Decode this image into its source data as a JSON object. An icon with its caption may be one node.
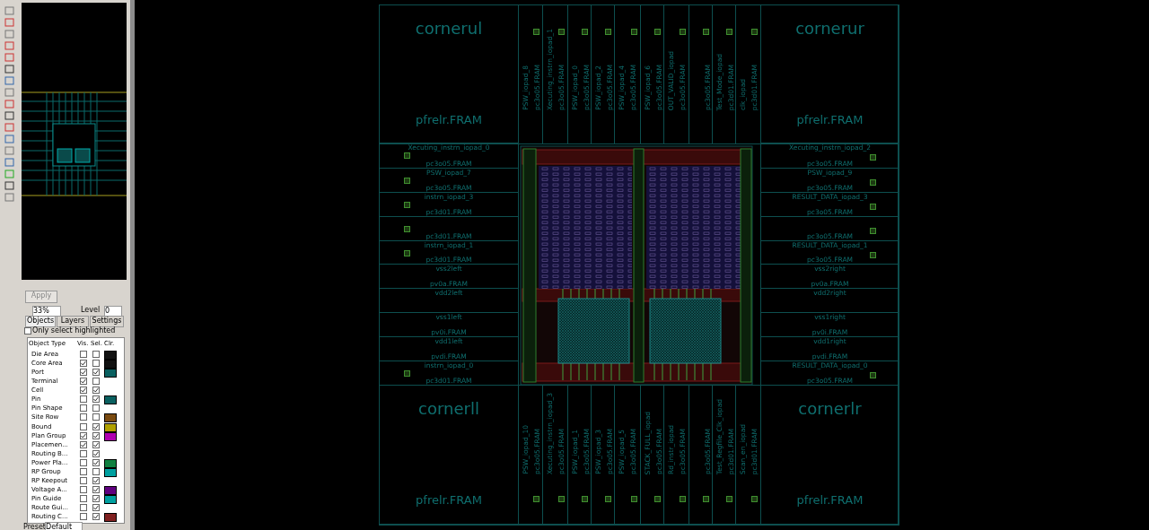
{
  "diagram": {
    "nodes": [
      {
        "text": [
          "cornerul",
          "pfrelr.FRAM"
        ]
      },
      {
        "text": [
          "PSW_iopad_8",
          "pc3o05.FRAM"
        ]
      },
      {
        "text": [
          "Xecuting_instrn_iopad_1",
          "pc3o05.FRAM"
        ]
      },
      {
        "text": [
          "PSW_iopad_0",
          "pc3o05.FRAM"
        ]
      },
      {
        "text": [
          "PSW_iopad_2",
          "pc3o05.FRAM"
        ]
      },
      {
        "text": [
          "PSW_iopad_4",
          "pc3o05.FRAM"
        ]
      },
      {
        "text": [
          "PSW_iopad_6",
          "pc3o05.FRAM"
        ]
      },
      {
        "text": [
          "OUT_VALID_iopad",
          "pc3o05.FRAM"
        ]
      },
      {
        "text": [
          "pc3o05.FRAM"
        ]
      },
      {
        "text": [
          "Test_Mode_iopad",
          "pc3d01.FRAM"
        ]
      },
      {
        "text": [
          "clk_iopad",
          "pc3d01.FRAM"
        ]
      },
      {
        "text": [
          "cornerur",
          "pfrelr.FRAM"
        ]
      },
      {
        "text": [
          "Xecuting_instrn_iopad_0",
          "pc3o05.FRAM"
        ]
      },
      {
        "text": [
          "Xecuting_instrn_iopad_2",
          "pc3o05.FRAM"
        ]
      },
      {
        "text": [
          "PSW_iopad_7",
          "pc3o05.FRAM"
        ]
      },
      {
        "text": [
          "PSW_iopad_9",
          "pc3o05.FRAM"
        ]
      },
      {
        "text": [
          "instrn_iopad_3",
          "pc3d01.FRAM"
        ]
      },
      {
        "text": [
          "RESULT_DATA_iopad_3",
          "pc3o05.FRAM"
        ]
      },
      {
        "text": [
          "pc3d01.FRAM"
        ]
      },
      {
        "text": [
          "pc3o05.FRAM"
        ]
      },
      {
        "text": [
          "instrn_iopad_1",
          "pc3d01.FRAM"
        ]
      },
      {
        "text": [
          "RESULT_DATA_iopad_1",
          "pc3o05.FRAM"
        ]
      },
      {
        "text": [
          "vss2left",
          "pv0a.FRAM"
        ]
      },
      {
        "text": [
          "vss2right",
          "pv0a.FRAM"
        ]
      },
      {
        "text": [
          "vdd2left"
        ]
      },
      {
        "text": [
          "vdd2right"
        ]
      },
      {
        "text": [
          "vss1left",
          "pv0i.FRAM"
        ]
      },
      {
        "text": [
          "vss1right",
          "pv0i.FRAM"
        ]
      },
      {
        "text": [
          "vdd1left",
          "pvdi.FRAM"
        ]
      },
      {
        "text": [
          "vdd1right",
          "pvdi.FRAM"
        ]
      },
      {
        "text": [
          "instrn_iopad_0",
          "pc3d01.FRAM"
        ]
      },
      {
        "text": [
          "RESULT_DATA_iopad_0",
          "pc3o05.FRAM"
        ]
      },
      {
        "text": [
          "cornerll",
          "pfrelr.FRAM"
        ]
      },
      {
        "text": [
          "PSW_iopad_10",
          "pc3o05.FRAM"
        ]
      },
      {
        "text": [
          "Xecuting_instrn_iopad_3",
          "pc3o05.FRAM"
        ]
      },
      {
        "text": [
          "PSW_iopad_1",
          "pc3o05.FRAM"
        ]
      },
      {
        "text": [
          "PSW_iopad_3",
          "pc3o05.FRAM"
        ]
      },
      {
        "text": [
          "PSW_iopad_5",
          "pc3o05.FRAM"
        ]
      },
      {
        "text": [
          "STACK_FULL_iopad",
          "pc3o05.FRAM"
        ]
      },
      {
        "text": [
          "Rd_instr_iopad",
          "pc3o05.FRAM"
        ]
      },
      {
        "text": [
          "pc3o05.FRAM"
        ]
      },
      {
        "text": [
          "Test_Regfile_Clk_iopad",
          "pc3d01.FRAM"
        ]
      },
      {
        "text": [
          "Scan_en_iopad",
          "pc3d01.FRAM"
        ]
      },
      {
        "text": [
          "cornerlr",
          "pfrelr.FRAM"
        ]
      }
    ],
    "labels": [
      "Apply",
      "33%",
      "Level",
      "0",
      "Objects",
      "Layers",
      "Settings",
      "Only select highlighted",
      "Object Type",
      "Vis.",
      "Sel.",
      "Clr.",
      "Die Area",
      "Core Area",
      "Port",
      "Terminal",
      "Cell",
      "Pin",
      "Pin Shape",
      "Site Row",
      "Bound",
      "Plan Group",
      "Placemen...",
      "Routing B...",
      "Power Pla...",
      "RP Group",
      "RP Keepout",
      "Voltage A...",
      "Pin Guide",
      "Route Gui...",
      "Routing C...",
      "Preset",
      "Default"
    ]
  }
}
